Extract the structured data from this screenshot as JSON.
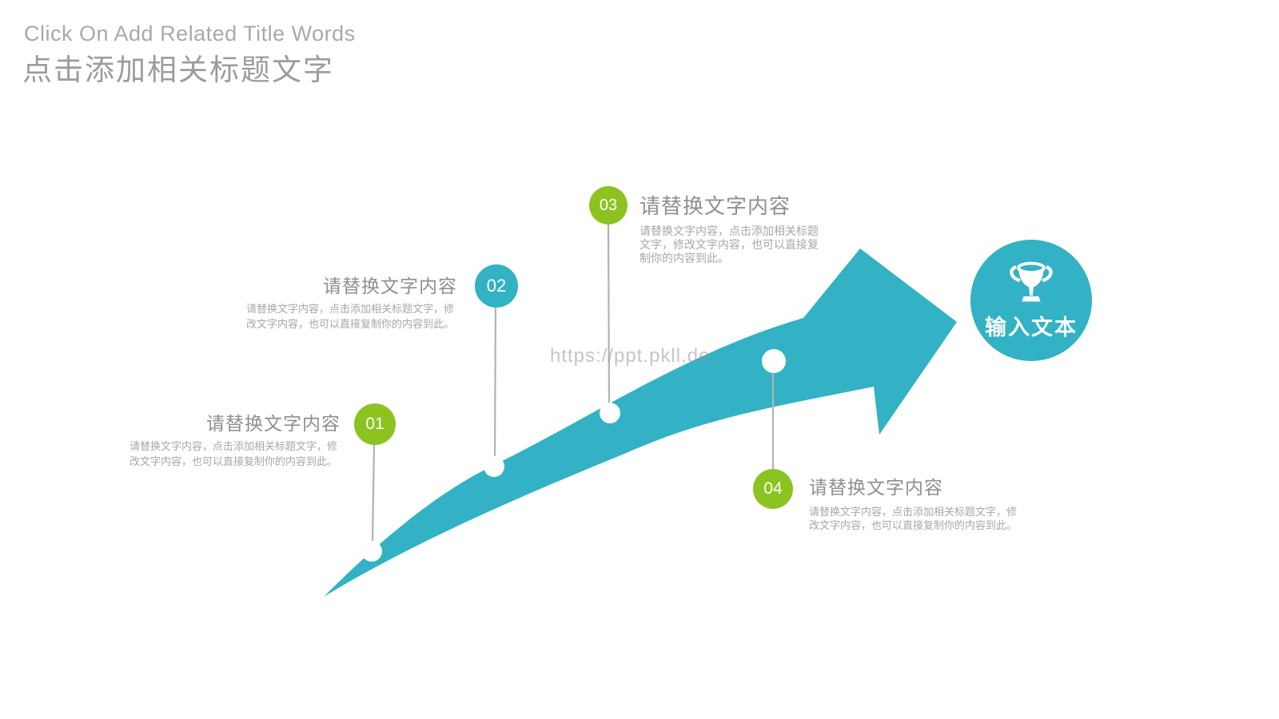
{
  "title": {
    "en": "Click On Add Related Title Words",
    "zh": "点击添加相关标题文字"
  },
  "steps": [
    {
      "number": "01",
      "heading": "请替换文字内容",
      "body": "请替换文字内容，点击添加相关标题文字，修改文字内容，也可以直接复制你的内容到此。",
      "color": "#8cc320"
    },
    {
      "number": "02",
      "heading": "请替换文字内容",
      "body": "请替换文字内容，点击添加相关标题文字，修改文字内容，也可以直接复制你的内容到此。",
      "color": "#32b2c4"
    },
    {
      "number": "03",
      "heading": "请替换文字内容",
      "body": "请替换文字内容，点击添加相关标题文字，修改文字内容，也可以直接复制你的内容到此。",
      "color": "#8cc320"
    },
    {
      "number": "04",
      "heading": "请替换文字内容",
      "body": "请替换文字内容，点击添加相关标题文字，修改文字内容，也可以直接复制你的内容到此。",
      "color": "#8cc320"
    }
  ],
  "center": {
    "label": "输入文本",
    "icon": "trophy-icon"
  },
  "watermark": "https://ppt.pkll.de",
  "colors": {
    "teal": "#32b2c4",
    "green": "#8cc320",
    "title_en": "#a9a9a9",
    "title_zh": "#9c9c9c",
    "heading_gray": "#8f8f8f",
    "body_gray": "#a7a7a7",
    "connector_gray": "#b3b3b3",
    "dot_white": "#ffffff"
  }
}
